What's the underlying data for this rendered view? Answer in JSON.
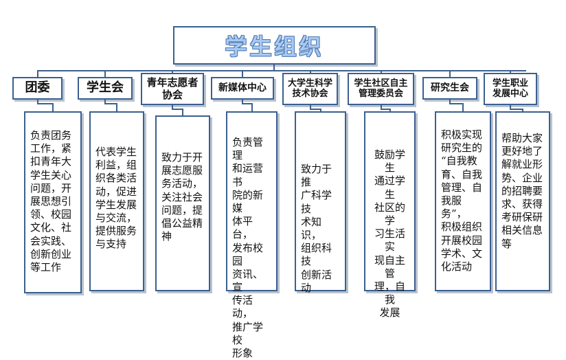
{
  "root": "学生组织",
  "orgs": [
    {
      "name": "团委",
      "desc": "负责团务\n工作，紧\n扣青年大\n学生关心\n问题，开\n展思想引\n领、校园\n文化、社\n会实践、\n创新创业\n等工作"
    },
    {
      "name": "学生会",
      "desc": "代表学生\n利益，组\n织各类活\n动，促进\n学生发展\n与交流，\n提供服务\n与支持"
    },
    {
      "name": "青年志愿者\n协会",
      "desc": "致力于开\n展志愿服\n务活动，\n关注社会\n问题，提\n倡公益精\n神"
    },
    {
      "name": "新媒体中心",
      "desc": "负责管理\n和运营书\n院的新媒\n体平台，\n发布校园\n资讯、宣\n传活动，\n推广学校\n形象"
    },
    {
      "name": "大学生科学\n技术协会",
      "desc": "致力于推\n广科学技\n术知识，\n组织科技\n创新活动"
    },
    {
      "name": "学生社区自主\n管理委员会",
      "desc": "鼓励学生\n通过学生\n社区的学\n习生活实\n现自主管\n理，自我\n发展"
    },
    {
      "name": "研究生会",
      "desc": "积极实现\n研究生的\n“自我教\n育、自我\n管理、自\n我服务”，\n积极组织\n开展校园\n学术、文\n化活动"
    },
    {
      "name": "学生职业\n发展中心",
      "desc": "帮助大家\n更好地了\n解就业形\n势、企业\n的招聘要\n求、获得\n考研保研\n相关信息\n等"
    }
  ]
}
